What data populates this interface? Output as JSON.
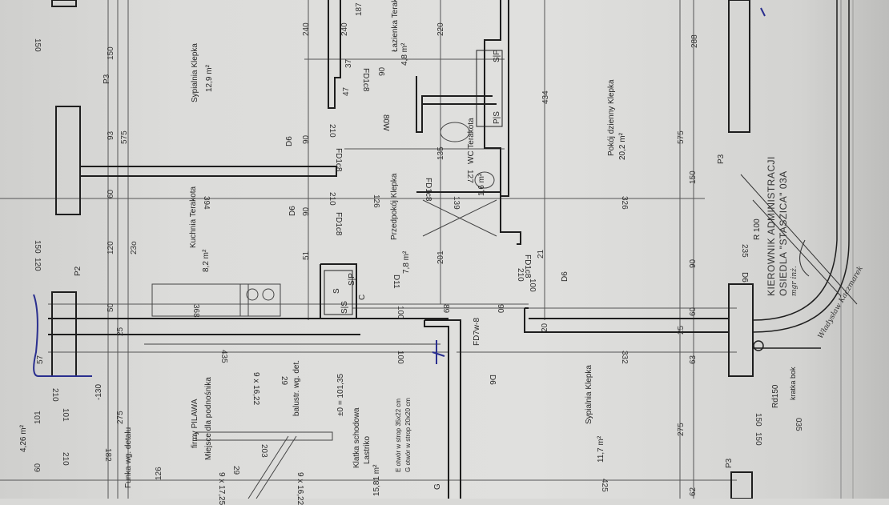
{
  "rooms": [
    {
      "name": "Sypialnia",
      "floor": "Klepka",
      "area": "12,9 m²"
    },
    {
      "name": "Łazienka",
      "floor": "Terakota",
      "area": "4,8 m²"
    },
    {
      "name": "Pokój dzienny",
      "floor": "Klepka",
      "area": "20,2 m²"
    },
    {
      "name": "Kuchnia",
      "floor": "Terakota",
      "area": "8,2 m²"
    },
    {
      "name": "Przedpokój",
      "floor": "Klepka",
      "area": "7,8 m²"
    },
    {
      "name": "WC",
      "floor": "Terakota",
      "area": "1,6 m²"
    },
    {
      "name": "Klatka schodowa",
      "floor": "Lastriko",
      "area": "15,81 m²"
    },
    {
      "name": "Sypialnia",
      "floor": "Klepka",
      "area": "11,7 m²"
    },
    {
      "name": "",
      "floor": "",
      "area": "4,26 m²"
    }
  ],
  "notes": {
    "lift_company": "firmy PILAWA",
    "lift_place": "Miejsce dla podnośnika",
    "railing": "balustr. wg. det.",
    "level": "±0 = 101,35",
    "funnel": "Funka wg. detalu",
    "opening_e": "E otwór w strop 35x22 cm",
    "opening_g": "G otwór w strop 20x20 cm",
    "rd": "Rd150",
    "radius": "R 100",
    "stairs_a": "9 x 16,22",
    "stairs_b": "9 x 17,25",
    "stairs_c": "9 x 16,22",
    "level2": "-130",
    "vent": "80W",
    "kratka": "kratka bok"
  },
  "symbols": {
    "d6": "D6",
    "d11": "D11",
    "p2": "P2",
    "p3": "P3",
    "fd1c8": "FD1c8",
    "fd7w8": "FD7w-8",
    "sp": "S|P",
    "ps": "P|S",
    "ss": "S|S",
    "c": "C",
    "s": "S",
    "p": "P",
    "g": "G"
  },
  "dimensions": {
    "d240a": "240",
    "d240b": "240",
    "d187": "187",
    "d220": "220",
    "d434": "434",
    "d288": "288",
    "d575a": "575",
    "d575b": "575",
    "d150a": "150",
    "d150b": "150",
    "d93": "93",
    "d60a": "60",
    "d120": "120",
    "d50": "50",
    "d25a": "25",
    "d25b": "25",
    "d275a": "275",
    "d275b": "275",
    "d182": "182",
    "d101a": "101",
    "d101b": "101",
    "d210a": "210",
    "d210b": "210",
    "d210c": "210",
    "d210d": "210",
    "d210e": "210",
    "d90a": "90",
    "d90b": "90",
    "d90c": "90",
    "d90d": "90",
    "d90e": "90",
    "d394": "394",
    "d368": "368",
    "d435": "435",
    "d126": "126",
    "d139": "139",
    "d127": "127",
    "d135": "135",
    "d326": "326",
    "d332": "332",
    "d425": "425",
    "d201": "201",
    "d100a": "100",
    "d100b": "100",
    "d100c": "100",
    "d89": "89",
    "d63": "63",
    "d62": "62",
    "d235": "235",
    "d203": "203",
    "d29a": "29",
    "d29b": "29",
    "d150c": "150",
    "d150d": "150",
    "d150e": "150",
    "d150f": "150",
    "d120b": "120",
    "d035": "035",
    "d47": "47",
    "d37": "37",
    "d51": "51",
    "d21": "21",
    "d20": "20",
    "d230": "23o",
    "d126b": "126",
    "d60b": "60",
    "d60c": "60",
    "d57": "57"
  },
  "stamp": {
    "line1": "KIEROWNIK ADMINISTRACJI",
    "line2": "OSIEDLA \"STASZICA\" 03A",
    "signature": "Władysław Kaczmarek",
    "title": "mgr inż."
  },
  "colors": {
    "line": "#1e1e1e",
    "paper": "#dcdcda",
    "pen": "#2a2f8f"
  }
}
